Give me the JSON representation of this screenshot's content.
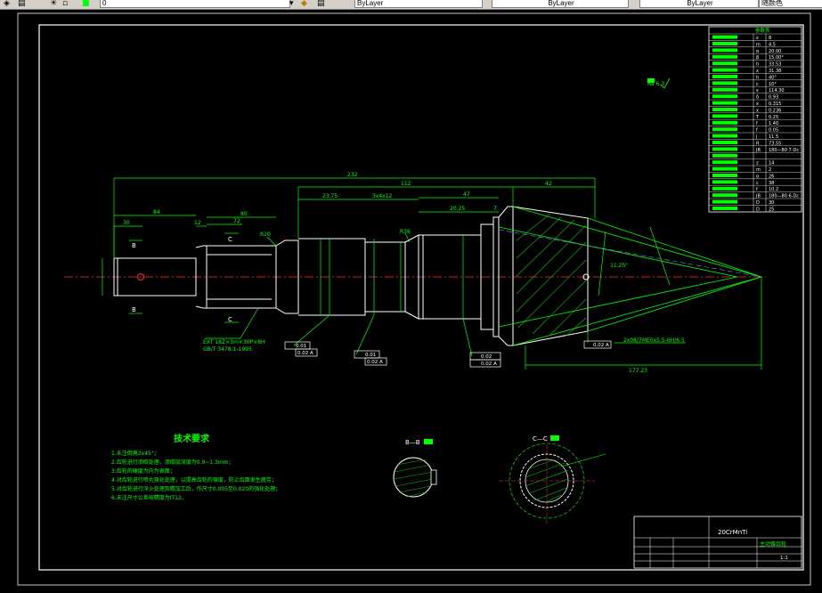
{
  "toolbar": {
    "layer_value": "0",
    "color_value": "ByLayer",
    "linetype_value": "ByLayer",
    "lineweight_value": "ByLayer",
    "plotstyle_value": "随颜色"
  },
  "drawing": {
    "dims": {
      "overall": "232",
      "d30": "30",
      "d84": "84",
      "d12": "12",
      "d72": "72",
      "d80": "80",
      "d112": "112",
      "d2375": "23.75",
      "d3x4": "3x4x12",
      "d47": "47",
      "d2025": "20.25",
      "d7": "7",
      "d42": "42",
      "d17723": "177.23",
      "ang": "11.25°",
      "r1": "R20",
      "r2": "R36"
    },
    "section_marks": {
      "b": "B",
      "c": "C"
    },
    "spline_note_1": "EXT 18Z×3m×30P×8H",
    "spline_note_2": "GB/T 3478.1-1995",
    "thread_note": "2x08/7ME0x5.5-6H/6.5",
    "tol_1": "0.01",
    "tol_1_ref": "0.02 A",
    "tol_2": "0.01",
    "tol_2_ref": "0.02 A",
    "tol_3": "0.02",
    "tol_3_ref": "0.02 A",
    "tol_4": "0.02 A",
    "roughness": "Ra 6.3"
  },
  "requirements": {
    "title": "技术要求",
    "items": [
      "1.未注倒角2x45°；",
      "2.齿轮进行渗碳处理，渗碳层深度为0.9~1.3mm；",
      "3.齿轮的硬度为内为表面；",
      "4.对齿轮进行喷丸强化处理，以提高齿轮的强度，防止齿面发生疲劳；",
      "5.对齿轮进行淬火处理及精加工后，作尺寸0.005至0.020的强化处理；",
      "6.未注尺寸公差按精度为IT12。"
    ]
  },
  "sections": {
    "bb_title": "B—B",
    "cc_title": "C—C"
  },
  "params_table": {
    "header": "参数表",
    "rows": [
      {
        "sym": "z",
        "val": "8"
      },
      {
        "sym": "m",
        "val": "4.5"
      },
      {
        "sym": "α",
        "val": "20.00"
      },
      {
        "sym": "β",
        "val": "15.00°"
      },
      {
        "sym": "h",
        "val": "33.53"
      },
      {
        "sym": "x",
        "val": "31.38"
      },
      {
        "sym": "h",
        "val": "40°"
      },
      {
        "sym": "c",
        "val": "10°"
      },
      {
        "sym": "s",
        "val": "114.30"
      },
      {
        "sym": "δ",
        "val": "0.93"
      },
      {
        "sym": "x",
        "val": "0.315"
      },
      {
        "sym": "x",
        "val": "0.236"
      },
      {
        "sym": "T",
        "val": "0.25"
      },
      {
        "sym": "f",
        "val": "1.40"
      },
      {
        "sym": "f",
        "val": "0.05"
      },
      {
        "sym": "j",
        "val": "11.5"
      },
      {
        "sym": "R",
        "val": "73.55"
      },
      {
        "sym": "JB",
        "val": "180—80  7-Dc"
      },
      {
        "sym": "",
        "val": ""
      },
      {
        "sym": "z",
        "val": "14"
      },
      {
        "sym": "m",
        "val": "2"
      },
      {
        "sym": "α",
        "val": "26"
      },
      {
        "sym": "c",
        "val": "38"
      },
      {
        "sym": "f",
        "val": "10.2"
      },
      {
        "sym": "JB",
        "val": "180—80  6-Dc"
      },
      {
        "sym": "D",
        "val": "30"
      },
      {
        "sym": "D",
        "val": "25"
      }
    ]
  },
  "title_block": {
    "material": "20CrMnTi",
    "name": "主动锥齿轮",
    "sheet": "1:1"
  }
}
